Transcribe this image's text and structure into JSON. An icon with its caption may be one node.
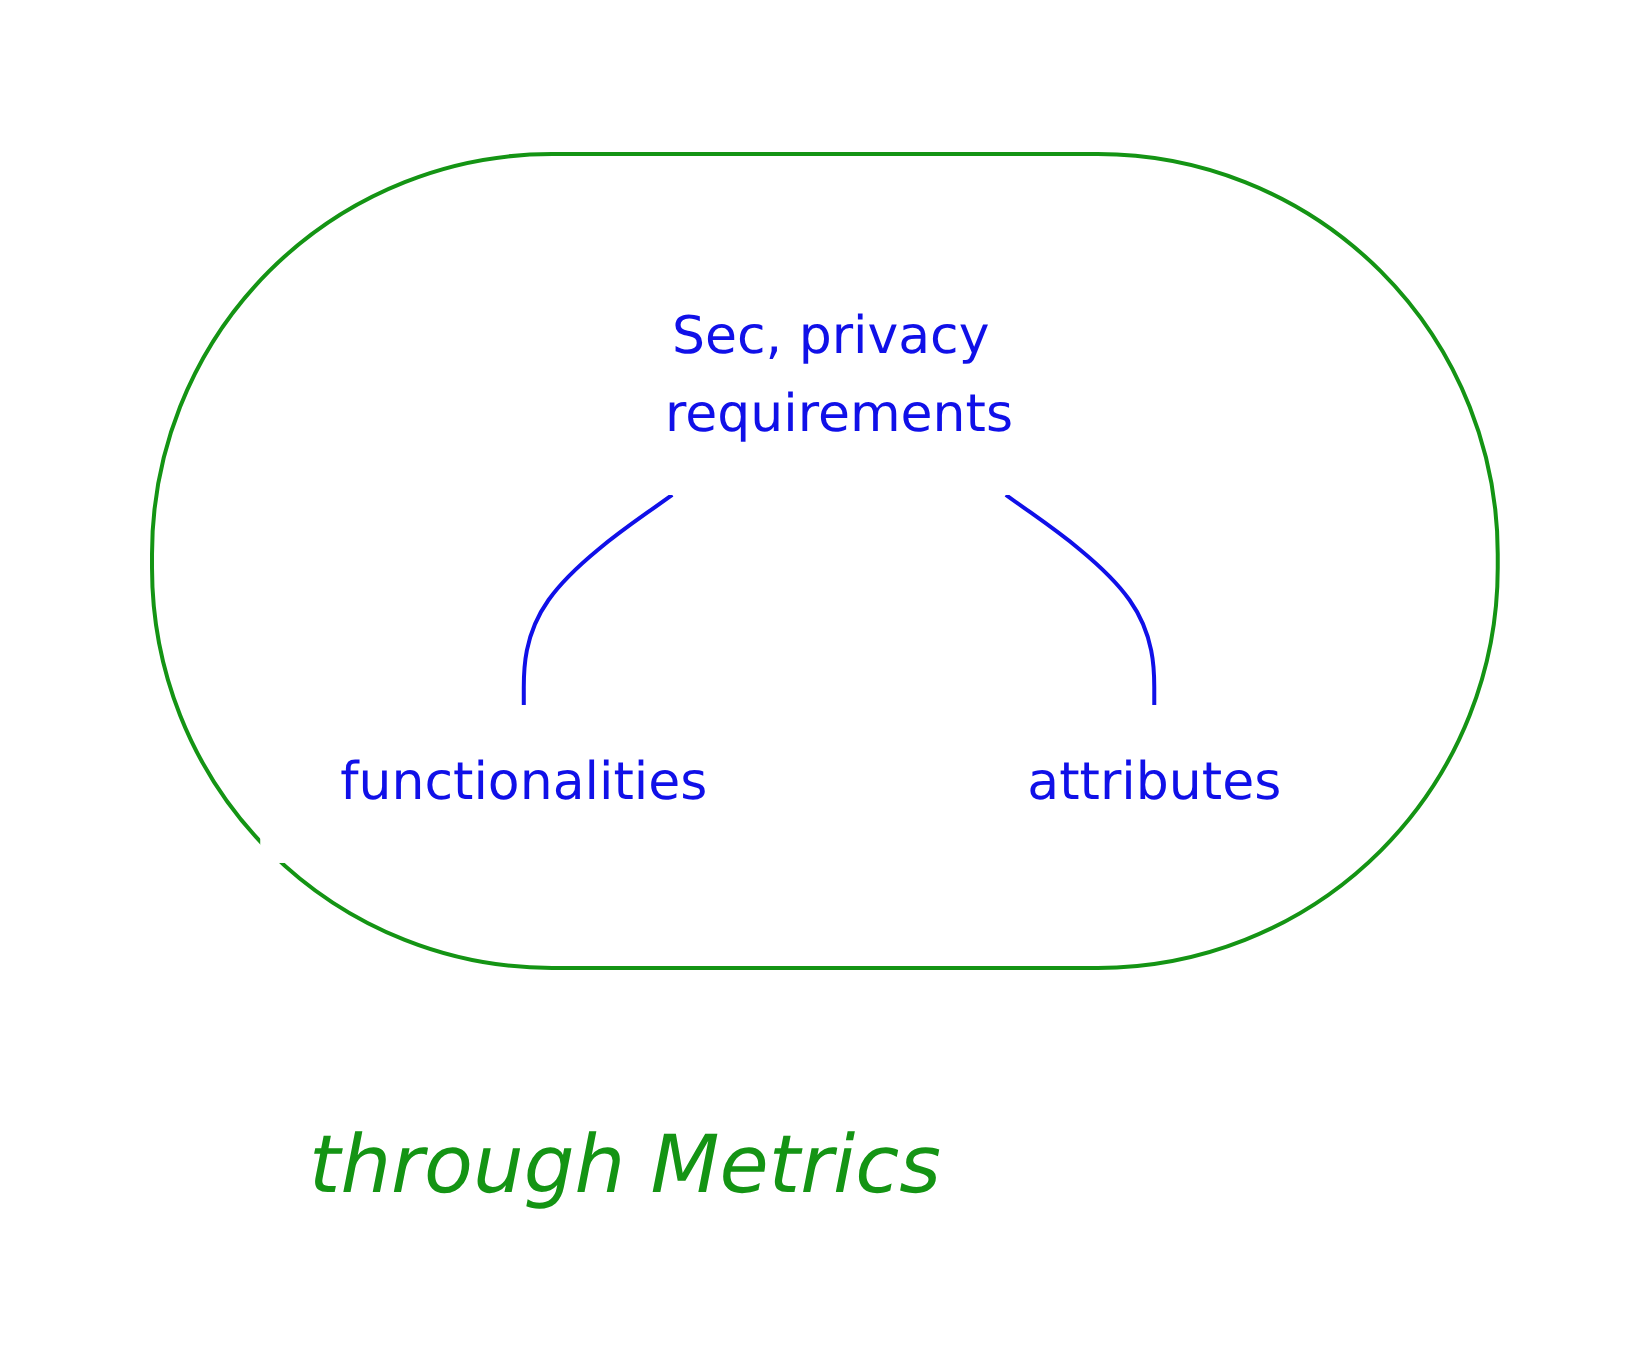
{
  "diagram": {
    "nodes": [
      {
        "text": [],
        "shape": "ellipse"
      },
      {
        "text": [
          "Sec, privacy requirements"
        ],
        "in": 0
      },
      {
        "text": [
          "functionalities"
        ],
        "in": 0
      },
      {
        "text": [
          "attributes"
        ],
        "in": 0
      }
    ],
    "edges": [
      {
        "from": 1,
        "to": 2,
        "arrow": "none"
      },
      {
        "from": 1,
        "to": 3,
        "arrow": "none"
      }
    ],
    "labels": [
      "through Metrics"
    ]
  }
}
